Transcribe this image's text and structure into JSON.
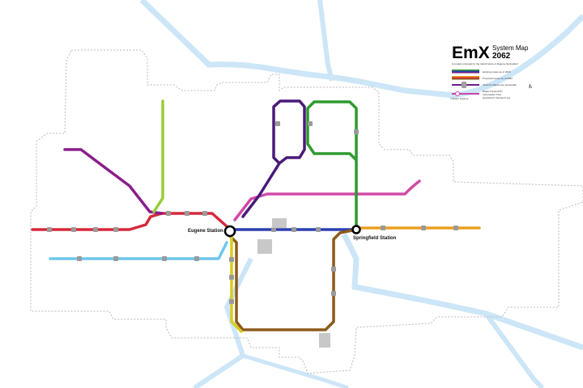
{
  "legend": {
    "title_big": "EmX",
    "title_small": "System Map",
    "year": "2062",
    "subtitle": "A modest proposal for the transit future of Eugene-Springfield",
    "items": [
      {
        "label": "Existing routes as of 2015",
        "colors": [
          "#3a9a3a",
          "#2c3fb0",
          "#6a1d8a"
        ]
      },
      {
        "label": "Proposed routes as of 2062",
        "colors": [
          "#e8a020",
          "#d8283a",
          "#8a5a1a"
        ]
      },
      {
        "label": "All EmX stations are accessible",
        "colors": [
          "#a0a0a0"
        ]
      },
      {
        "label": "Transfer stations",
        "colors": [
          "#cc44aa"
        ]
      }
    ],
    "extra": [
      "Rapid Transit (RT)",
      "Intra-station Trips",
      "Questions? Visit EmX.org"
    ]
  },
  "major_stations": [
    {
      "id": "eugene",
      "label": "Eugene Station"
    },
    {
      "id": "springfield",
      "label": "Springfield Station"
    }
  ],
  "colors": {
    "river": "#cce6f7",
    "boundary": "#b9b9b9",
    "red": "#d8283a",
    "purple": "#8a1e8a",
    "green_light": "#9acd3a",
    "green": "#2e9a2e",
    "blue": "#2c3fb0",
    "orange": "#e8a020",
    "brown": "#8b5a1b",
    "yellow": "#d8cc20",
    "light_blue": "#6cc7ee",
    "pink": "#d04aa8",
    "magenta": "#a01a80",
    "dark_purple": "#4a1a7a"
  },
  "lines": [
    {
      "id": "red-line",
      "color_key": "red"
    },
    {
      "id": "purple-line",
      "color_key": "purple"
    },
    {
      "id": "lime-line",
      "color_key": "green_light"
    },
    {
      "id": "green-loop",
      "color_key": "green"
    },
    {
      "id": "dark-purple-loop",
      "color_key": "dark_purple"
    },
    {
      "id": "blue-line",
      "color_key": "blue"
    },
    {
      "id": "orange-line",
      "color_key": "orange"
    },
    {
      "id": "brown-loop",
      "color_key": "brown"
    },
    {
      "id": "yellow-line",
      "color_key": "yellow"
    },
    {
      "id": "light-blue-line",
      "color_key": "light_blue"
    },
    {
      "id": "pink-line",
      "color_key": "pink"
    }
  ]
}
